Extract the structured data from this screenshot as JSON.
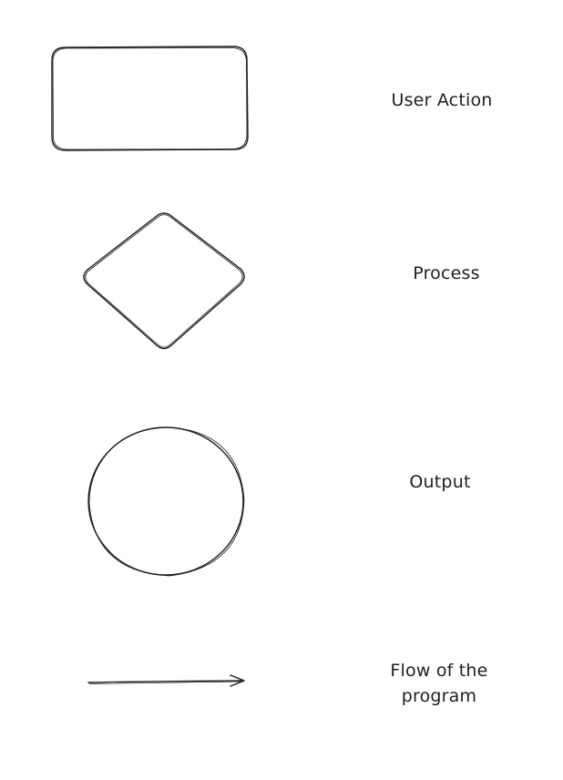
{
  "legend": {
    "items": [
      {
        "shape": "rounded-rectangle",
        "label": "User Action"
      },
      {
        "shape": "diamond",
        "label": "Process"
      },
      {
        "shape": "circle",
        "label": "Output"
      },
      {
        "shape": "arrow",
        "label_line1": "Flow of the",
        "label_line2": "program"
      }
    ]
  },
  "colors": {
    "stroke": "#1e1e1e",
    "background": "#ffffff"
  }
}
